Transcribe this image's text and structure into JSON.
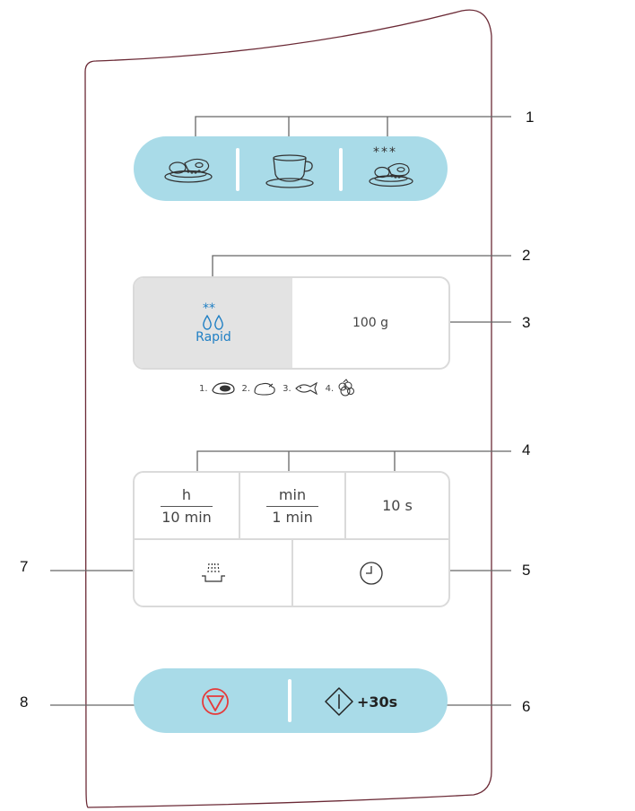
{
  "callouts": {
    "c1": "1",
    "c2": "2",
    "c3": "3",
    "c4": "4",
    "c5": "5",
    "c6": "6",
    "c7": "7",
    "c8": "8"
  },
  "top_row": {
    "buttons": [
      {
        "icon": "plate-meat-vegetables-icon"
      },
      {
        "icon": "coffee-cup-icon"
      },
      {
        "icon": "frozen-plate-icon",
        "stars": "***"
      }
    ]
  },
  "defrost": {
    "icon": "rapid-defrost-icon",
    "stars": "**",
    "label": "Rapid",
    "weight": "100 g",
    "food_types": [
      {
        "num": "1.",
        "icon": "meat-icon"
      },
      {
        "num": "2.",
        "icon": "poultry-icon"
      },
      {
        "num": "3.",
        "icon": "fish-icon"
      },
      {
        "num": "4.",
        "icon": "berries-icon"
      }
    ]
  },
  "time": {
    "h_top": "h",
    "h_bottom": "10 min",
    "min_top": "min",
    "min_bottom": "1 min",
    "sec": "10 s",
    "steam_icon": "steam-tray-icon",
    "clock_icon": "clock-icon"
  },
  "bottom_row": {
    "stop_icon": "stop-icon",
    "start_label": "+30s",
    "start_icon": "start-diamond-icon"
  },
  "colors": {
    "pill": "#a9dbe8",
    "stop": "#e53b3b",
    "rapid_blue": "#1f7fc4",
    "frame": "#6b2a36"
  }
}
